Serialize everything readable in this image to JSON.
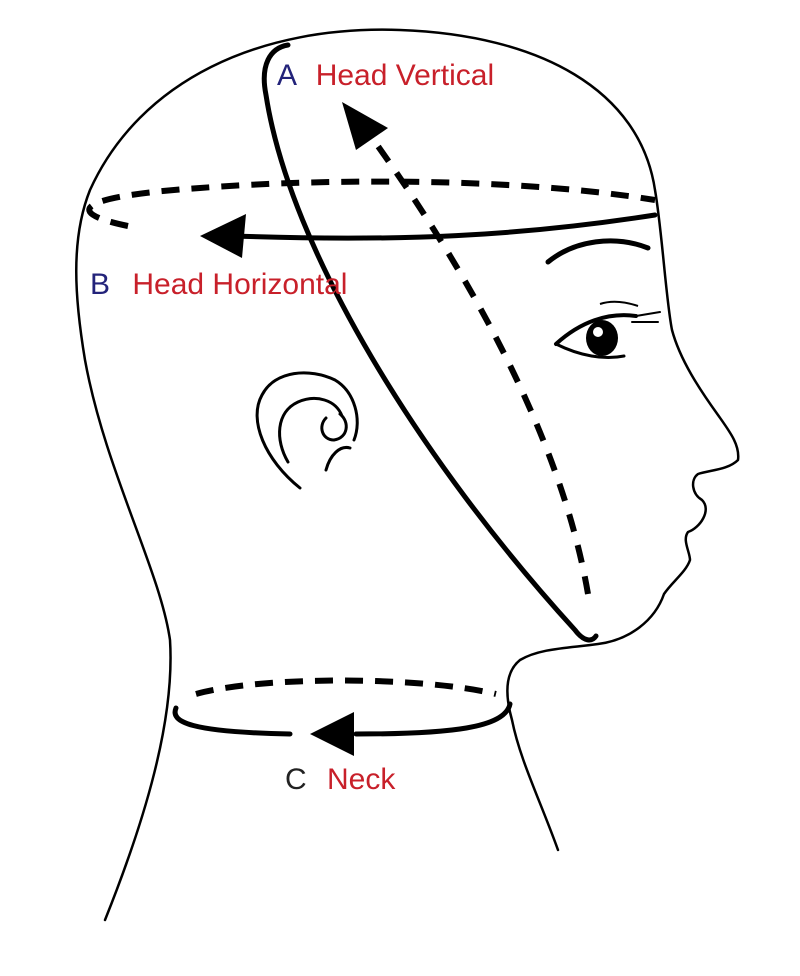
{
  "labels": {
    "vertical": {
      "letter": "A",
      "name": "Head Vertical"
    },
    "horizontal": {
      "letter": "B",
      "name": "Head Horizontal"
    },
    "neck": {
      "letter": "C",
      "name": "Neck"
    }
  },
  "colors": {
    "letter_head": "#23237a",
    "letter_neck": "#222222",
    "name": "#c8202a",
    "stroke": "#000000",
    "background": "#ffffff"
  }
}
